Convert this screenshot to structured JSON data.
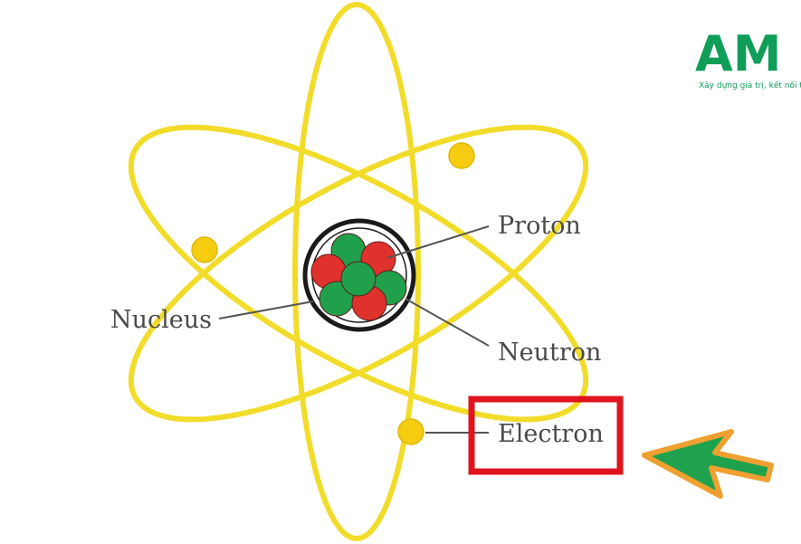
{
  "labels": {
    "proton": "Proton",
    "nucleus": "Nucleus",
    "neutron": "Neutron",
    "electron": "Electron"
  },
  "logo": {
    "text": "AM",
    "tagline": "Xây dựng giá trị, kết nối t"
  },
  "colors": {
    "orbit": "#f2dc2a",
    "electron": "#f5cc10",
    "proton": "#e0322c",
    "neutron": "#20a04a",
    "highlight_box": "#e0141c",
    "arrow_fill": "#1fa24e",
    "arrow_border": "#f0a030",
    "logo": "#0f9d58"
  },
  "icons": {
    "pointer": "arrow-pointer-icon"
  }
}
